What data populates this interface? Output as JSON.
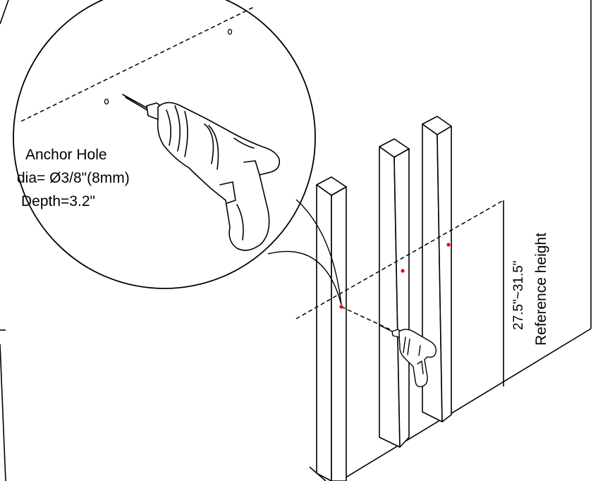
{
  "anchor_hole": {
    "title": "Anchor Hole",
    "diameter": "dia= Ø3/8\"(8mm)",
    "depth": "Depth=3.2\""
  },
  "dimension": {
    "range": "27.5\"~31.5\"",
    "label": "Reference height"
  },
  "colors": {
    "line": "#000000",
    "marker": "#e8000d",
    "background": "#ffffff"
  },
  "icons": [
    "drill-icon"
  ]
}
